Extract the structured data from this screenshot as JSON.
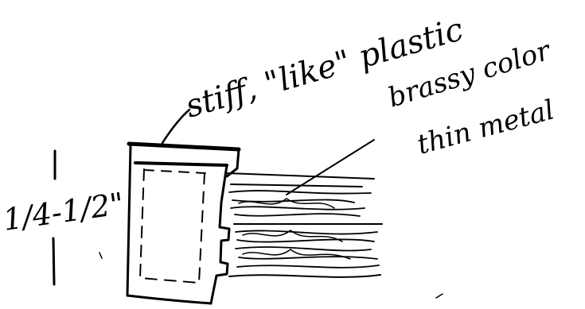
{
  "sketch": {
    "labels": {
      "top_material": "stiff, \"like\" plastic",
      "fringe_material_line1": "brassy color",
      "fringe_material_line2": "thin metal",
      "height_dimension": "1/4-1/2\""
    },
    "ink_color": "#000000",
    "background_color": "#ffffff"
  }
}
